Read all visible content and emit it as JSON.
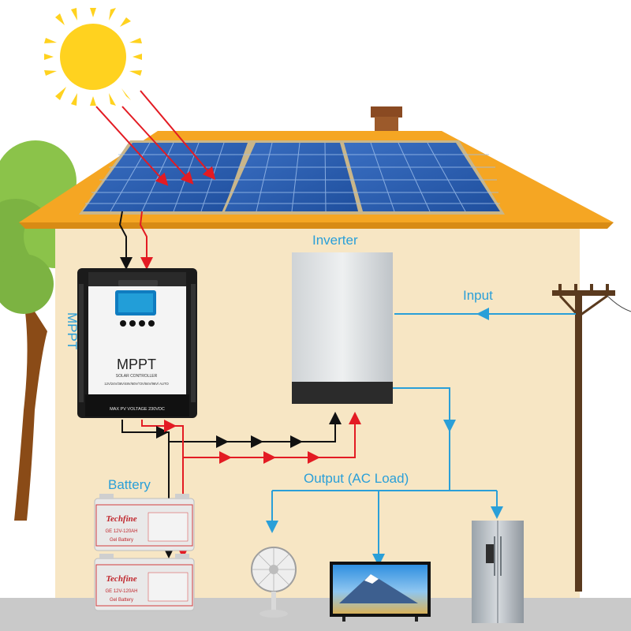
{
  "labels": {
    "inverter": "Inverter",
    "mppt_side": "MPPT",
    "battery": "Battery",
    "output": "Output (AC Load)",
    "input": "Input"
  },
  "controller": {
    "brand_title": "MPPT",
    "subtitle": "SOLAR CONTROLLER",
    "voltages": "12V/24V/36V/48V/60V/72V/84V/96V/ AUTO",
    "max_pv": "MAX PV VOLTAGE 230VDC"
  },
  "batteries": [
    {
      "brand": "Techfine",
      "spec": "GE 12V-120AH",
      "type": "Gel Battery"
    },
    {
      "brand": "Techfine",
      "spec": "GE 12V-120AH",
      "type": "Gel Battery"
    }
  ],
  "colors": {
    "wall": "#f7e6c4",
    "roof": "#f5a623",
    "ground": "#c9c9c9",
    "positive_wire": "#e31b23",
    "negative_wire": "#111111",
    "ac_wire": "#2a9fd8",
    "sun": "#ffd21f"
  },
  "icons": {
    "sun": "sun-icon",
    "tree": "tree-icon",
    "chimney": "chimney-icon",
    "solar_panels": "solar-panel-icon",
    "utility_pole": "utility-pole-icon",
    "fan": "fan-icon",
    "tv": "tv-icon",
    "fridge": "fridge-icon"
  }
}
